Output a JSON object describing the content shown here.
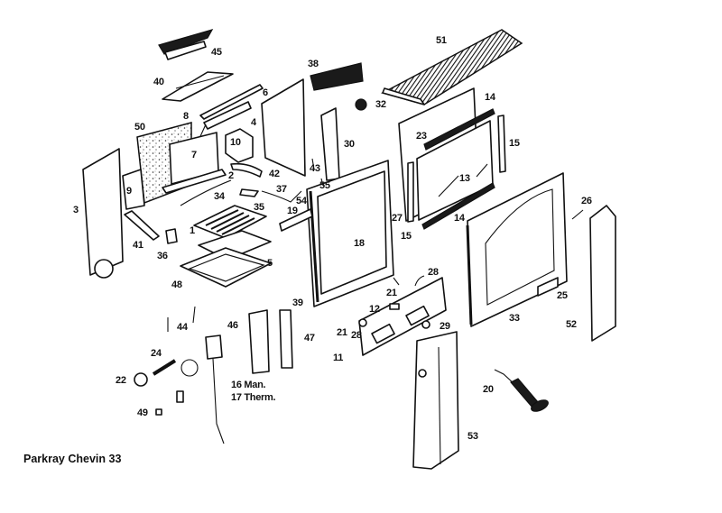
{
  "caption": "Parkray Chevin 33",
  "diagram": {
    "type": "exploded-parts-diagram",
    "subject": "stove"
  },
  "labels": {
    "p1": "1",
    "p2": "2",
    "p3": "3",
    "p4": "4",
    "p5": "5",
    "p6": "6",
    "p7": "7",
    "p8": "8",
    "p9": "9",
    "p10": "10",
    "p11": "11",
    "p12": "12",
    "p13": "13",
    "p14a": "14",
    "p14b": "14",
    "p15a": "15",
    "p15b": "15",
    "p16": "16 Man.",
    "p17": "17 Therm.",
    "p18": "18",
    "p19": "19",
    "p20": "20",
    "p21a": "21",
    "p21b": "21",
    "p22": "22",
    "p23": "23",
    "p24": "24",
    "p25": "25",
    "p26": "26",
    "p27": "27",
    "p28": "28",
    "p28b": "28",
    "p29": "29",
    "p30": "30",
    "p32": "32",
    "p33": "33",
    "p34": "34",
    "p35": "35",
    "p36": "36",
    "p37": "37",
    "p38": "38",
    "p39": "39",
    "p40": "40",
    "p41": "41",
    "p42": "42",
    "p43": "43",
    "p44": "44",
    "p45": "45",
    "p46": "46",
    "p47": "47",
    "p48": "48",
    "p49": "49",
    "p50": "50",
    "p51": "51",
    "p52": "52",
    "p53": "53",
    "p54": "54",
    "p55": "55"
  }
}
